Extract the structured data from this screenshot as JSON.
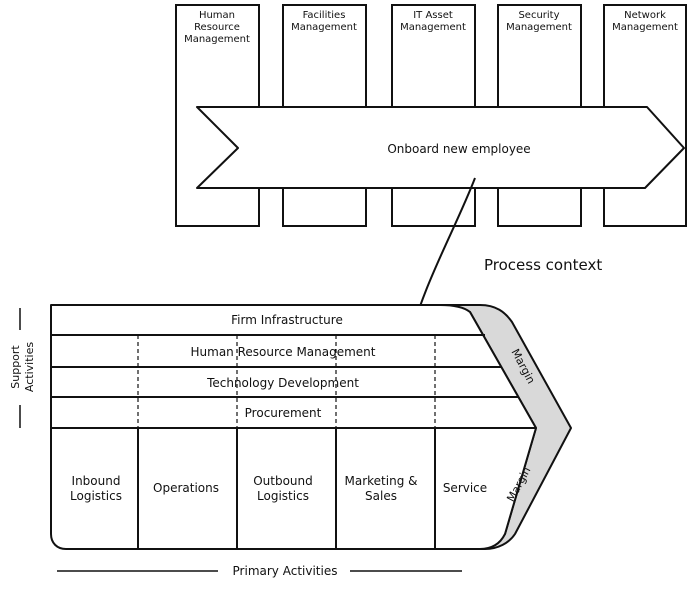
{
  "top": {
    "columns": [
      {
        "lines": [
          "Human",
          "Resource",
          "Management"
        ]
      },
      {
        "lines": [
          "Facilities",
          "Management"
        ]
      },
      {
        "lines": [
          "IT Asset",
          "Management"
        ]
      },
      {
        "lines": [
          "Security",
          "Management"
        ]
      },
      {
        "lines": [
          "Network",
          "Management"
        ]
      }
    ],
    "process": "Onboard new employee",
    "context_label": "Process context"
  },
  "value_chain": {
    "support_label": [
      "Support",
      "Activities"
    ],
    "support_rows": [
      "Firm Infrastructure",
      "Human Resource Management",
      "Technology Development",
      "Procurement"
    ],
    "primary": [
      {
        "lines": [
          "Inbound",
          "Logistics"
        ]
      },
      {
        "lines": [
          "Operations"
        ]
      },
      {
        "lines": [
          "Outbound",
          "Logistics"
        ]
      },
      {
        "lines": [
          "Marketing &",
          "Sales"
        ]
      },
      {
        "lines": [
          "Service"
        ]
      }
    ],
    "margin_top": "Margin",
    "margin_bottom": "Margin",
    "primary_label": "Primary Activities"
  },
  "colors": {
    "stroke": "#111111",
    "margin_fill": "#d9d9d9",
    "background": "#ffffff"
  }
}
